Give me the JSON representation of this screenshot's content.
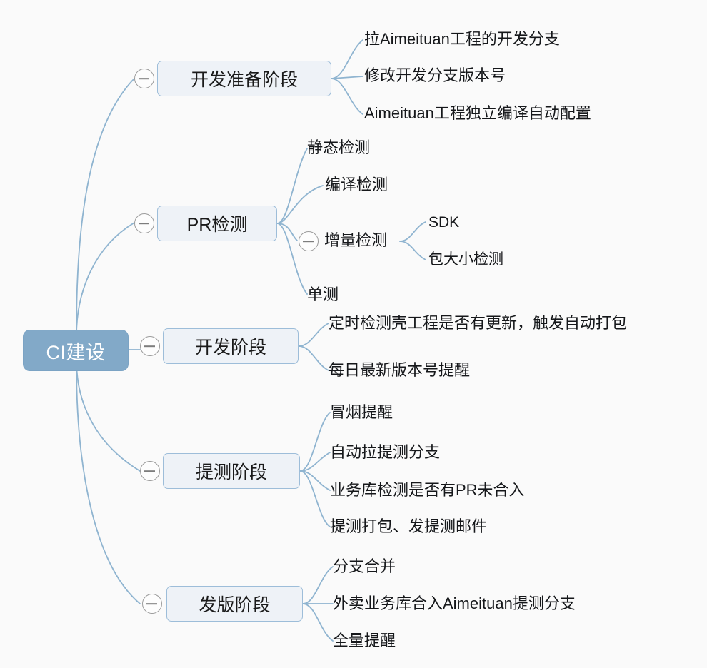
{
  "diagram": {
    "type": "mindmap",
    "title": "CI建设",
    "background_color": "#fafafa",
    "root_fill": "#82a9c8",
    "root_text_color": "#ffffff",
    "branch_fill": "#eef2f7",
    "branch_border": "#9dbdd9",
    "edge_color": "#8fb4d0",
    "collapse_icon": "minus-circle-icon"
  },
  "root": {
    "label": "CI建设"
  },
  "branches": [
    {
      "label": "开发准备阶段",
      "collapsed": false,
      "children": [
        {
          "label": "拉Aimeituan工程的开发分支"
        },
        {
          "label": "修改开发分支版本号"
        },
        {
          "label": "Aimeituan工程独立编译自动配置"
        }
      ]
    },
    {
      "label": "PR检测",
      "collapsed": false,
      "children": [
        {
          "label": "静态检测"
        },
        {
          "label": "编译检测"
        },
        {
          "label": "增量检测",
          "has_collapse": true,
          "children": [
            {
              "label": "SDK"
            },
            {
              "label": "包大小检测"
            }
          ]
        },
        {
          "label": "单测"
        }
      ]
    },
    {
      "label": "开发阶段",
      "collapsed": false,
      "children": [
        {
          "label": "定时检测壳工程是否有更新，触发自动打包"
        },
        {
          "label": "每日最新版本号提醒"
        }
      ]
    },
    {
      "label": "提测阶段",
      "collapsed": false,
      "children": [
        {
          "label": "冒烟提醒"
        },
        {
          "label": "自动拉提测分支"
        },
        {
          "label": "业务库检测是否有PR未合入"
        },
        {
          "label": "提测打包、发提测邮件"
        }
      ]
    },
    {
      "label": "发版阶段",
      "collapsed": false,
      "children": [
        {
          "label": "分支合并"
        },
        {
          "label": "外卖业务库合入Aimeituan提测分支"
        },
        {
          "label": "全量提醒"
        }
      ]
    }
  ]
}
